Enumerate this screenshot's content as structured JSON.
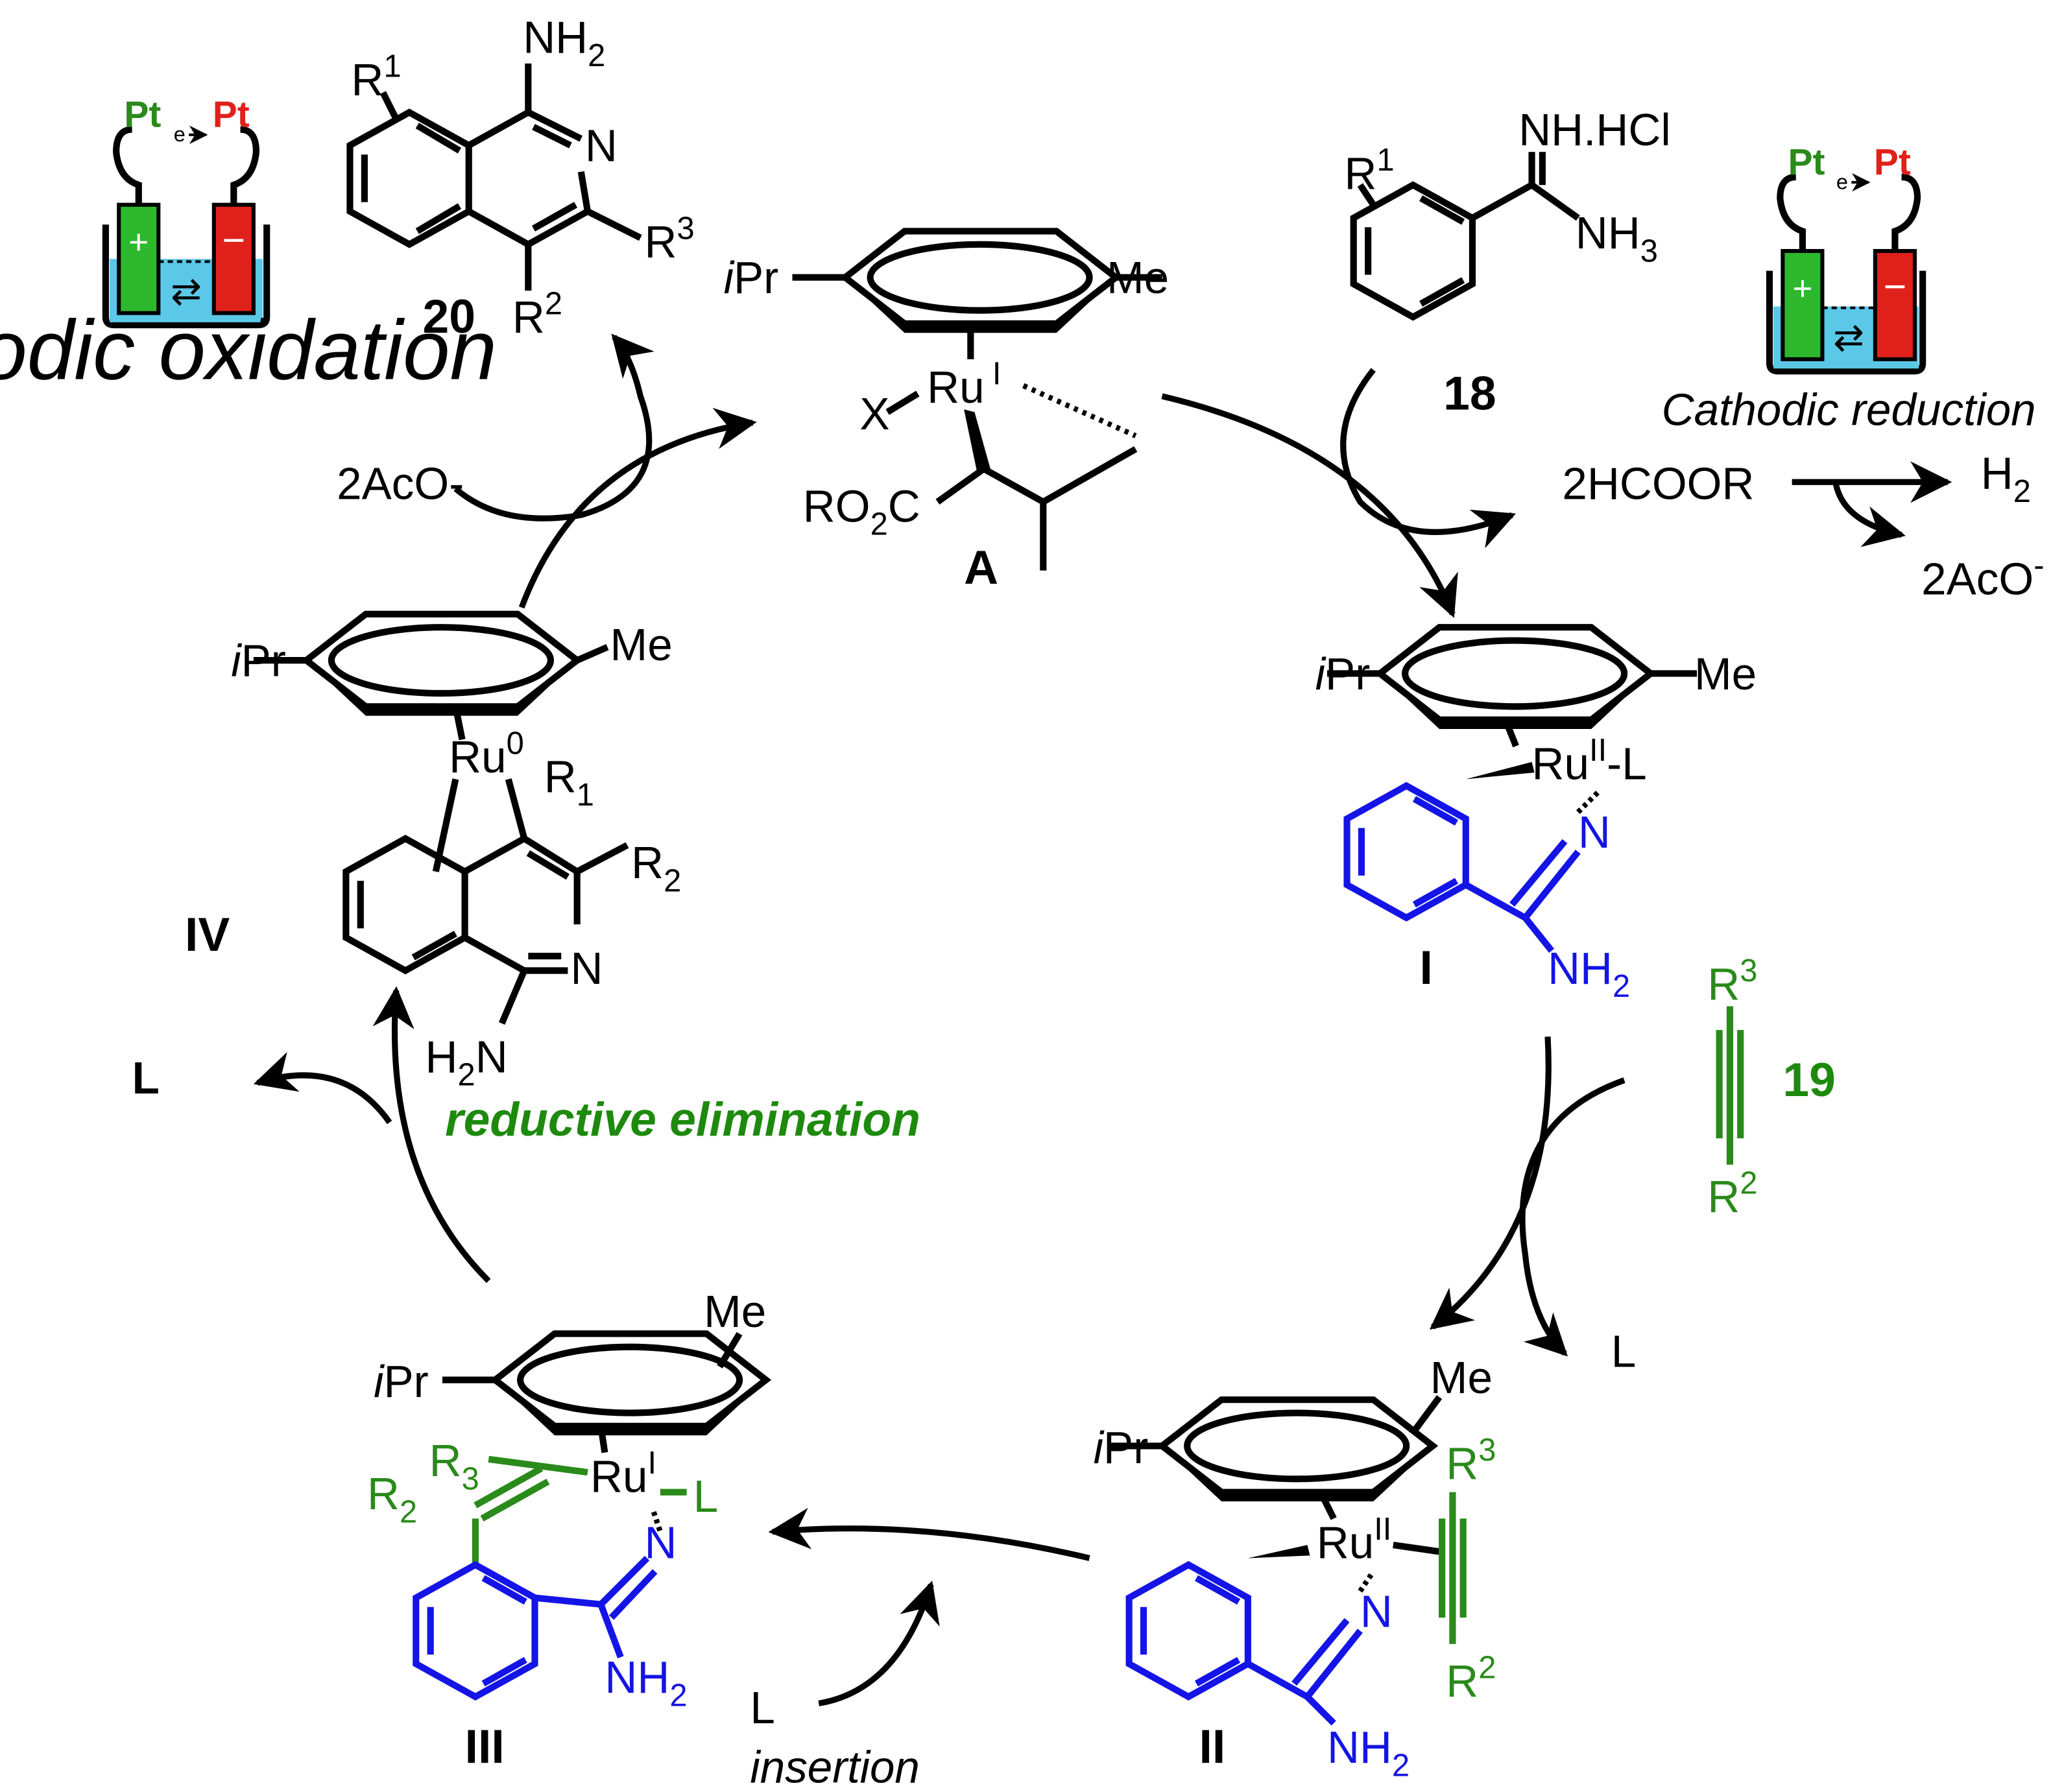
{
  "colors": {
    "ligand_blue": "#1414e6",
    "alkyne_green": "#2a8a1a",
    "anode_green": "#2eb82e",
    "cathode_red": "#e0211b",
    "electrolyte": "#5bc8e8"
  },
  "labels": {
    "ipr": "iPr",
    "me": "Me",
    "ru": "Ru",
    "ox_I": "I",
    "ox_II": "II",
    "ox_0": "0",
    "x": "X",
    "l": "L",
    "n": "N",
    "nh": "NH",
    "nh2": "NH",
    "h2n": "H",
    "two": "2",
    "three": "3",
    "one": "1",
    "r": "R",
    "ro2c_a": "RO",
    "ro2c_b": "C",
    "hcl": "NH.HCl",
    "nh3": "NH"
  },
  "compounds": {
    "A": "A",
    "I": "I",
    "II": "II",
    "III": "III",
    "IV": "IV",
    "c18": "18",
    "c19": "19",
    "c20": "20"
  },
  "reagents": {
    "acetate_left": "2AcO-",
    "hcoor": "2HCOOR",
    "h2": "H",
    "acetate_right": "2AcO",
    "acetate_right_charge": "-"
  },
  "steps": {
    "anodic": "anodic oxidation",
    "cathodic": "Cathodic reduction",
    "reductive": "reductive elimination",
    "insertion": "insertion"
  },
  "cell": {
    "pt": "Pt",
    "electron": "e",
    "plus": "+",
    "minus": "−"
  }
}
